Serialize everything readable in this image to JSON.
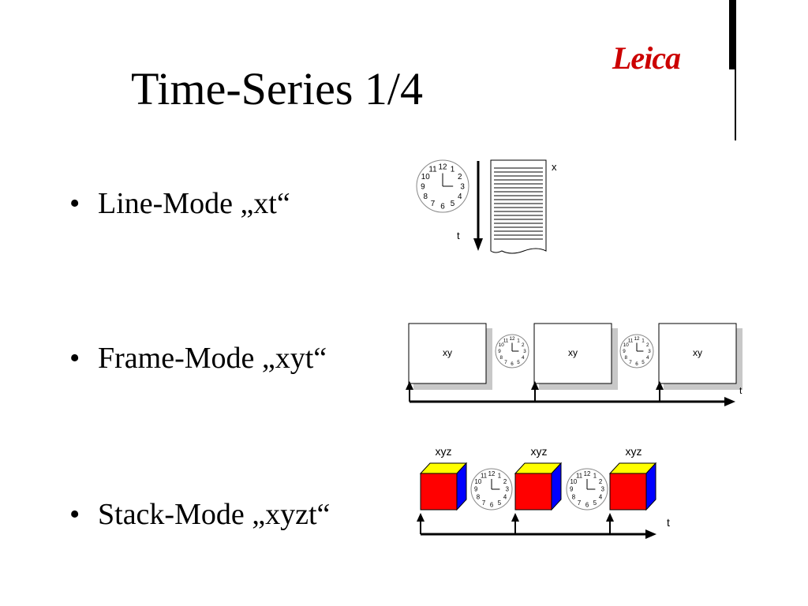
{
  "slide": {
    "title": "Time-Series 1/4",
    "logo_text": "Leica"
  },
  "bullets": [
    {
      "label": "Line-Mode „xt“"
    },
    {
      "label": "Frame-Mode „xyt“"
    },
    {
      "label": "Stack-Mode „xyzt“"
    }
  ],
  "line_mode": {
    "axis_x_label": "x",
    "axis_t_label": "t"
  },
  "frame_mode": {
    "frame_labels": [
      "xy",
      "xy",
      "xy"
    ],
    "axis_t_label": "t"
  },
  "stack_mode": {
    "stack_labels": [
      "xyz",
      "xyz",
      "xyz"
    ],
    "axis_t_label": "t"
  },
  "clock": {
    "numbers": [
      "12",
      "1",
      "2",
      "3",
      "4",
      "5",
      "6",
      "7",
      "8",
      "9",
      "10",
      "11"
    ]
  },
  "colors": {
    "logo": "#cc0000",
    "cube_front": "#ff0000",
    "cube_top": "#ffff00",
    "cube_side": "#0000ff",
    "frame_shadow": "#c8c8c8"
  }
}
